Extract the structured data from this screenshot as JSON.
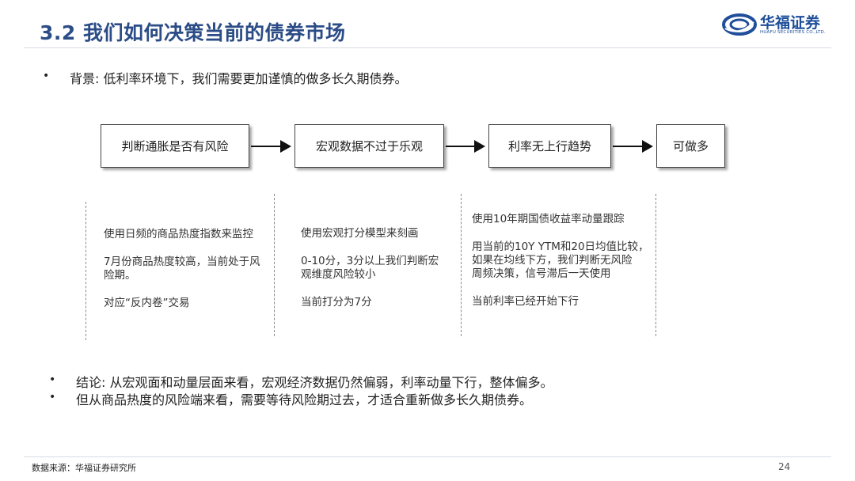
{
  "header": {
    "title": "3.2 我们如何决策当前的债券市场",
    "logo_cn": "华福证券",
    "logo_en": "HUAFU SECURITIES CO.,LTD."
  },
  "background": {
    "bullet": "•",
    "text": "背景: 低利率环境下，我们需要更加谨慎的做多长久期债券。"
  },
  "flow": {
    "steps": [
      "判断通胀是否有风险",
      "宏观数据不过于乐观",
      "利率无上行趋势",
      "可做多"
    ]
  },
  "columns": [
    {
      "paragraphs": [
        "使用日频的商品热度指数来监控",
        "7月份商品热度较高，当前处于风险期。",
        "对应“反内卷”交易"
      ]
    },
    {
      "paragraphs": [
        "使用宏观打分模型来刻画",
        "0-10分，3分以上我们判断宏观维度风险较小",
        "当前打分为7分"
      ]
    },
    {
      "paragraphs": [
        "使用10年期国债收益率动量跟踪",
        "用当前的10Y YTM和20日均值比较，如果在均线下方，我们判断无风险",
        "周频决策，信号滞后一天使用",
        "当前利率已经开始下行"
      ]
    }
  ],
  "conclusions": {
    "bullet": "•",
    "items": [
      "结论: 从宏观面和动量层面来看，宏观经济数据仍然偏弱，利率动量下行，整体偏多。",
      "但从商品热度的风险端来看，需要等待风险期过去，才适合重新做多长久期债券。"
    ]
  },
  "footer": {
    "source": "数据来源：华福证券研究所",
    "page_number": "24"
  },
  "colors": {
    "title": "#2b4c86",
    "logo": "#1f4e9a"
  }
}
